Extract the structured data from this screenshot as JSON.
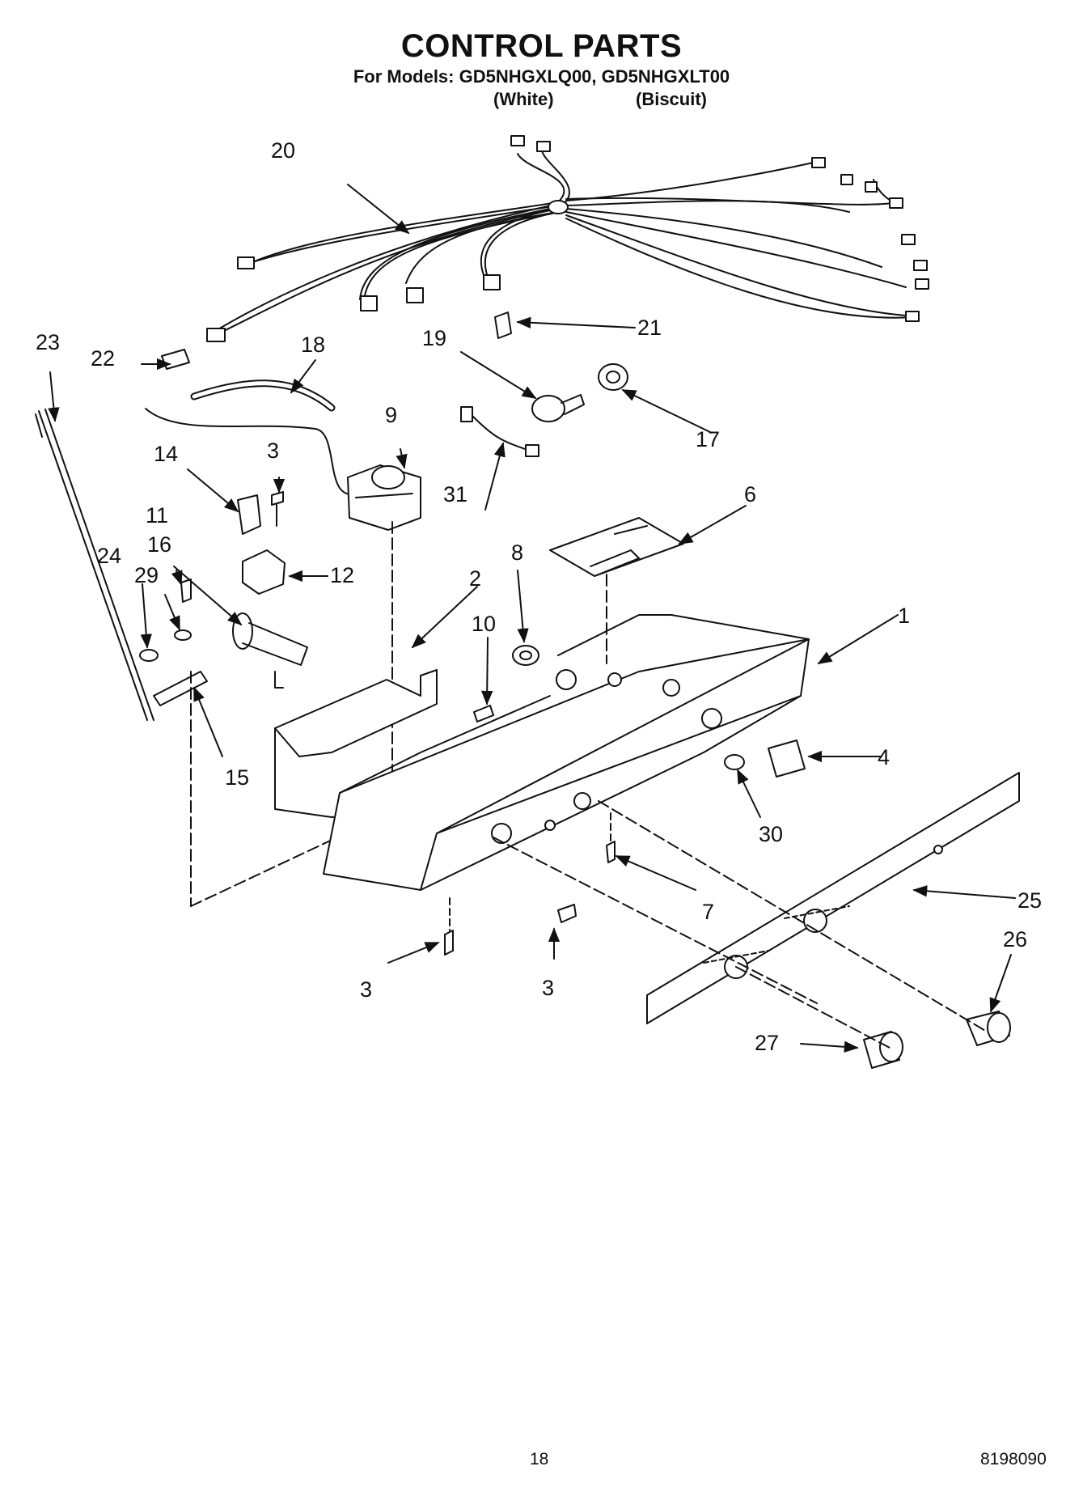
{
  "header": {
    "title": "CONTROL PARTS",
    "models_line": "For Models: GD5NHGXLQ00, GD5NHGXLT00",
    "color_1": "(White)",
    "color_2": "(Biscuit)"
  },
  "callouts": {
    "c1": "1",
    "c2": "2",
    "c3a": "3",
    "c3b": "3",
    "c3c": "3",
    "c4": "4",
    "c6": "6",
    "c7": "7",
    "c8": "8",
    "c9": "9",
    "c10": "10",
    "c11": "11",
    "c12": "12",
    "c14": "14",
    "c15": "15",
    "c16": "16",
    "c17": "17",
    "c18": "18",
    "c19": "19",
    "c20": "20",
    "c21": "21",
    "c22": "22",
    "c23": "23",
    "c24": "24",
    "c25": "25",
    "c26": "26",
    "c27": "27",
    "c29": "29",
    "c30": "30",
    "c31": "31"
  },
  "footer": {
    "page_number": "18",
    "document_number": "8198090"
  }
}
